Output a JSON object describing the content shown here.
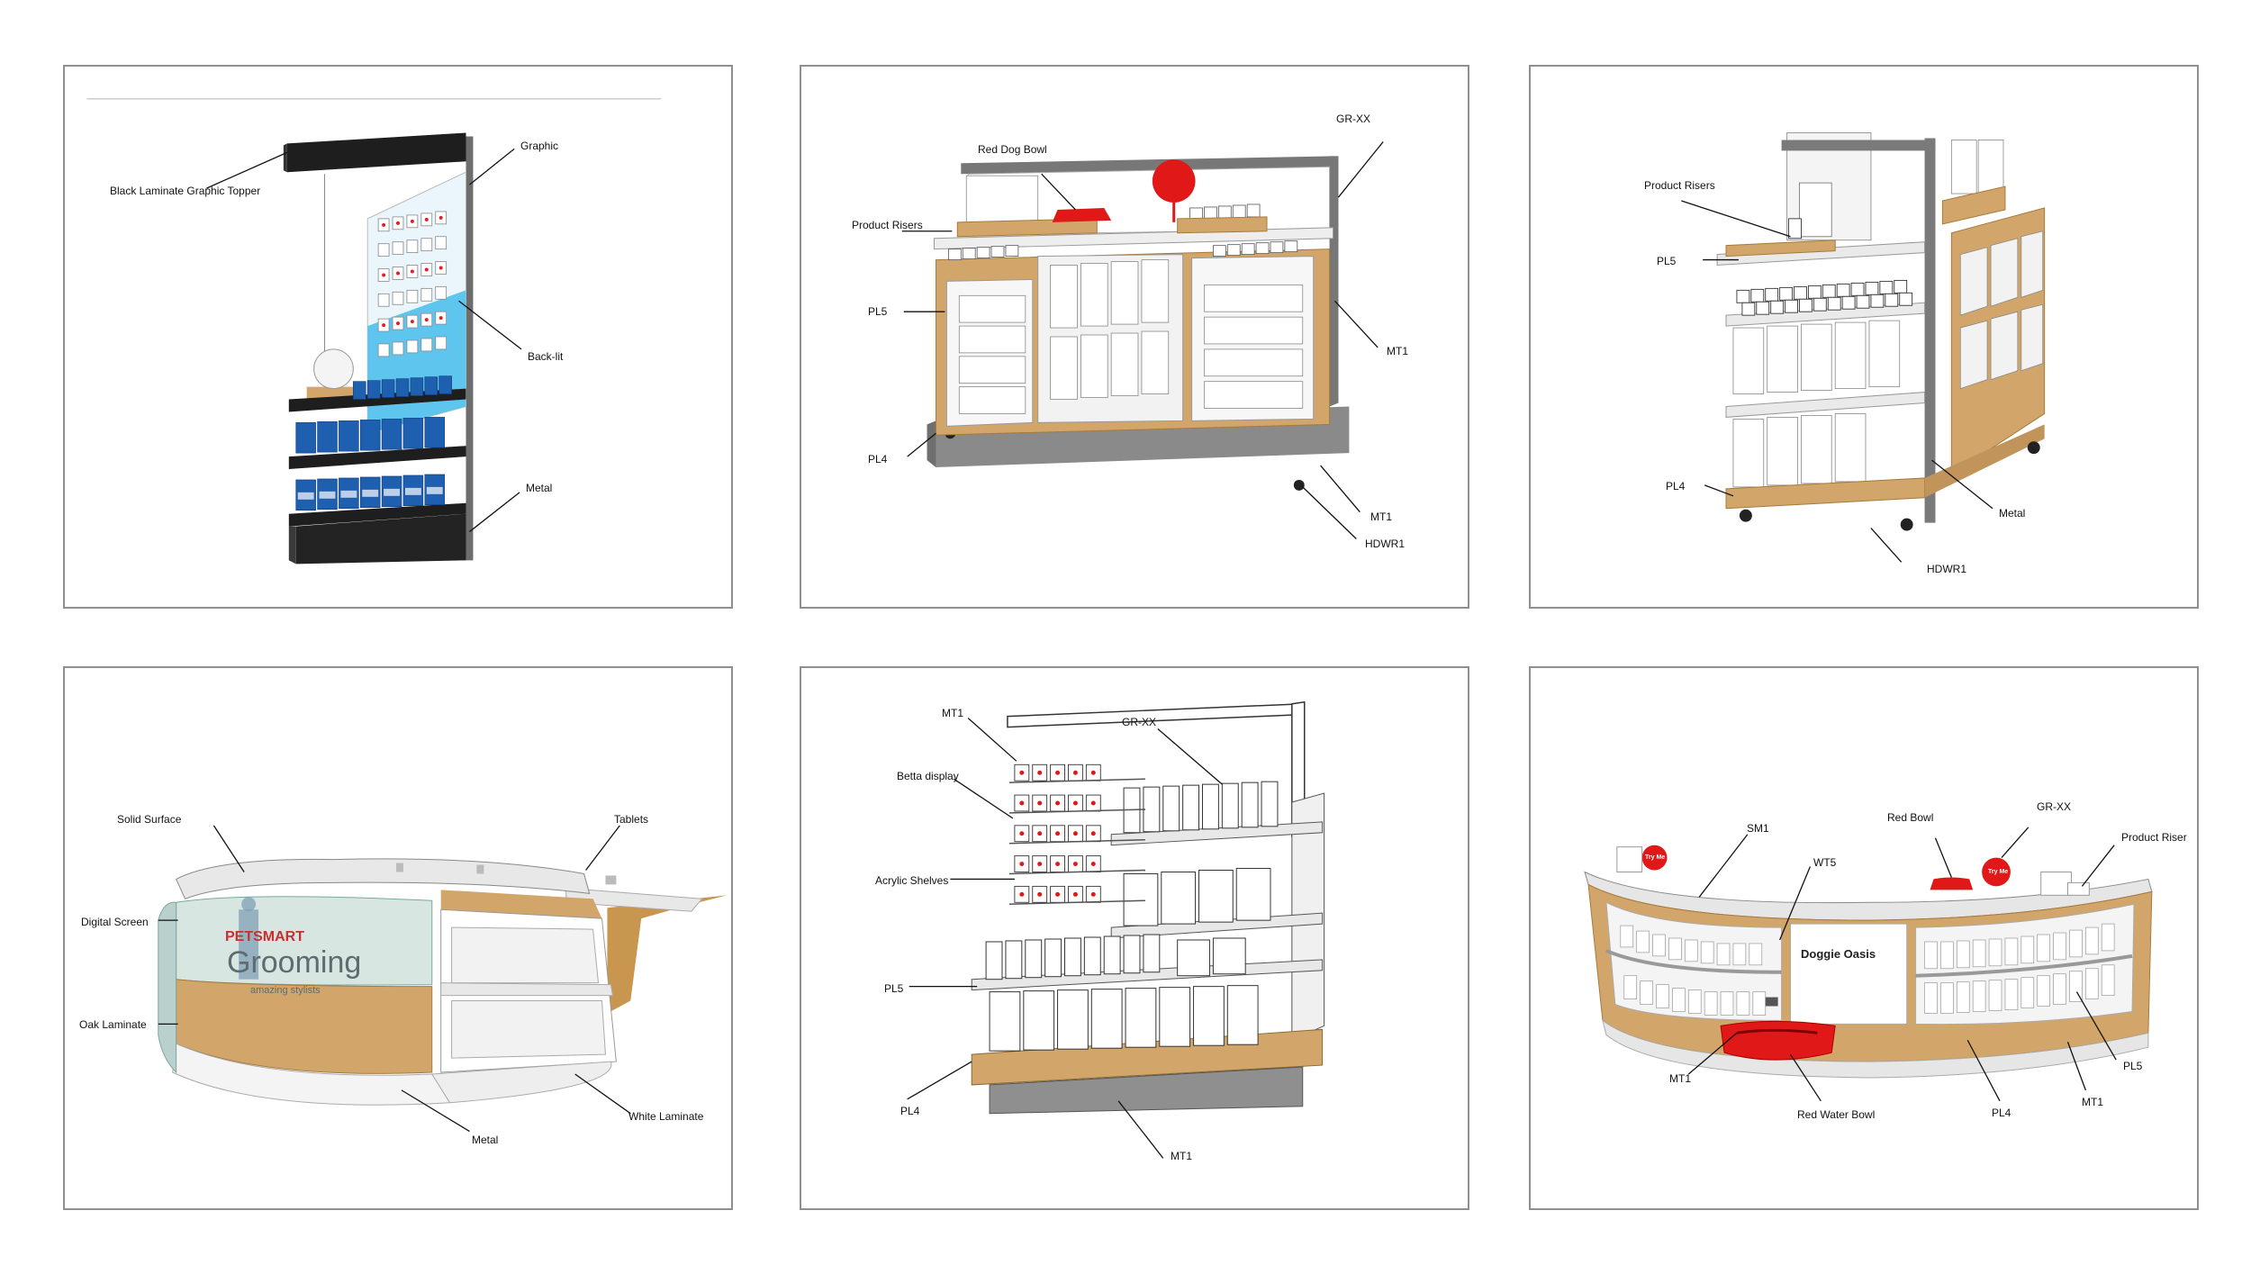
{
  "panels": {
    "p1": {
      "labels": {
        "graphic": "Graphic",
        "topper": "Black Laminate Graphic Topper",
        "backlit": "Back-lit",
        "metal": "Metal"
      }
    },
    "p2": {
      "labels": {
        "red_dog_bowl": "Red Dog Bowl",
        "grxx": "GR-XX",
        "product_risers": "Product Risers",
        "pl5": "PL5",
        "mt1_side": "MT1",
        "pl4": "PL4",
        "mt1_base": "MT1",
        "hdwr1": "HDWR1"
      }
    },
    "p3": {
      "labels": {
        "product_risers": "Product Risers",
        "pl5": "PL5",
        "pl4": "PL4",
        "metal": "Metal",
        "hdwr1": "HDWR1"
      }
    },
    "p4": {
      "labels": {
        "solid_surface": "Solid Surface",
        "tablets": "Tablets",
        "digital_screen": "Digital Screen",
        "oak_laminate": "Oak Laminate",
        "white_laminate": "White Laminate",
        "metal": "Metal"
      },
      "screen_brand": "PETSMART",
      "screen_title": "Grooming",
      "screen_sub": "amazing stylists"
    },
    "p5": {
      "labels": {
        "mt1_top": "MT1",
        "grxx": "GR-XX",
        "betta": "Betta display",
        "acrylic": "Acrylic Shelves",
        "pl5": "PL5",
        "pl4": "PL4",
        "mt1_base": "MT1"
      }
    },
    "p6": {
      "labels": {
        "sm1": "SM1",
        "red_bowl": "Red Bowl",
        "grxx": "GR-XX",
        "product_riser": "Product Riser",
        "wt5": "WT5",
        "pl5": "PL5",
        "mt1_left": "MT1",
        "red_water_bowl": "Red Water Bowl",
        "pl4": "PL4",
        "mt1_right": "MT1"
      },
      "sign": "Doggie Oasis",
      "tag": "Try Me"
    }
  },
  "colors": {
    "oak": "#d2a66a",
    "red": "#e01818",
    "metal": "#8a8a8a",
    "dark": "#232323",
    "blue": "#1f5fb0",
    "lightblue": "#a8dff5"
  }
}
